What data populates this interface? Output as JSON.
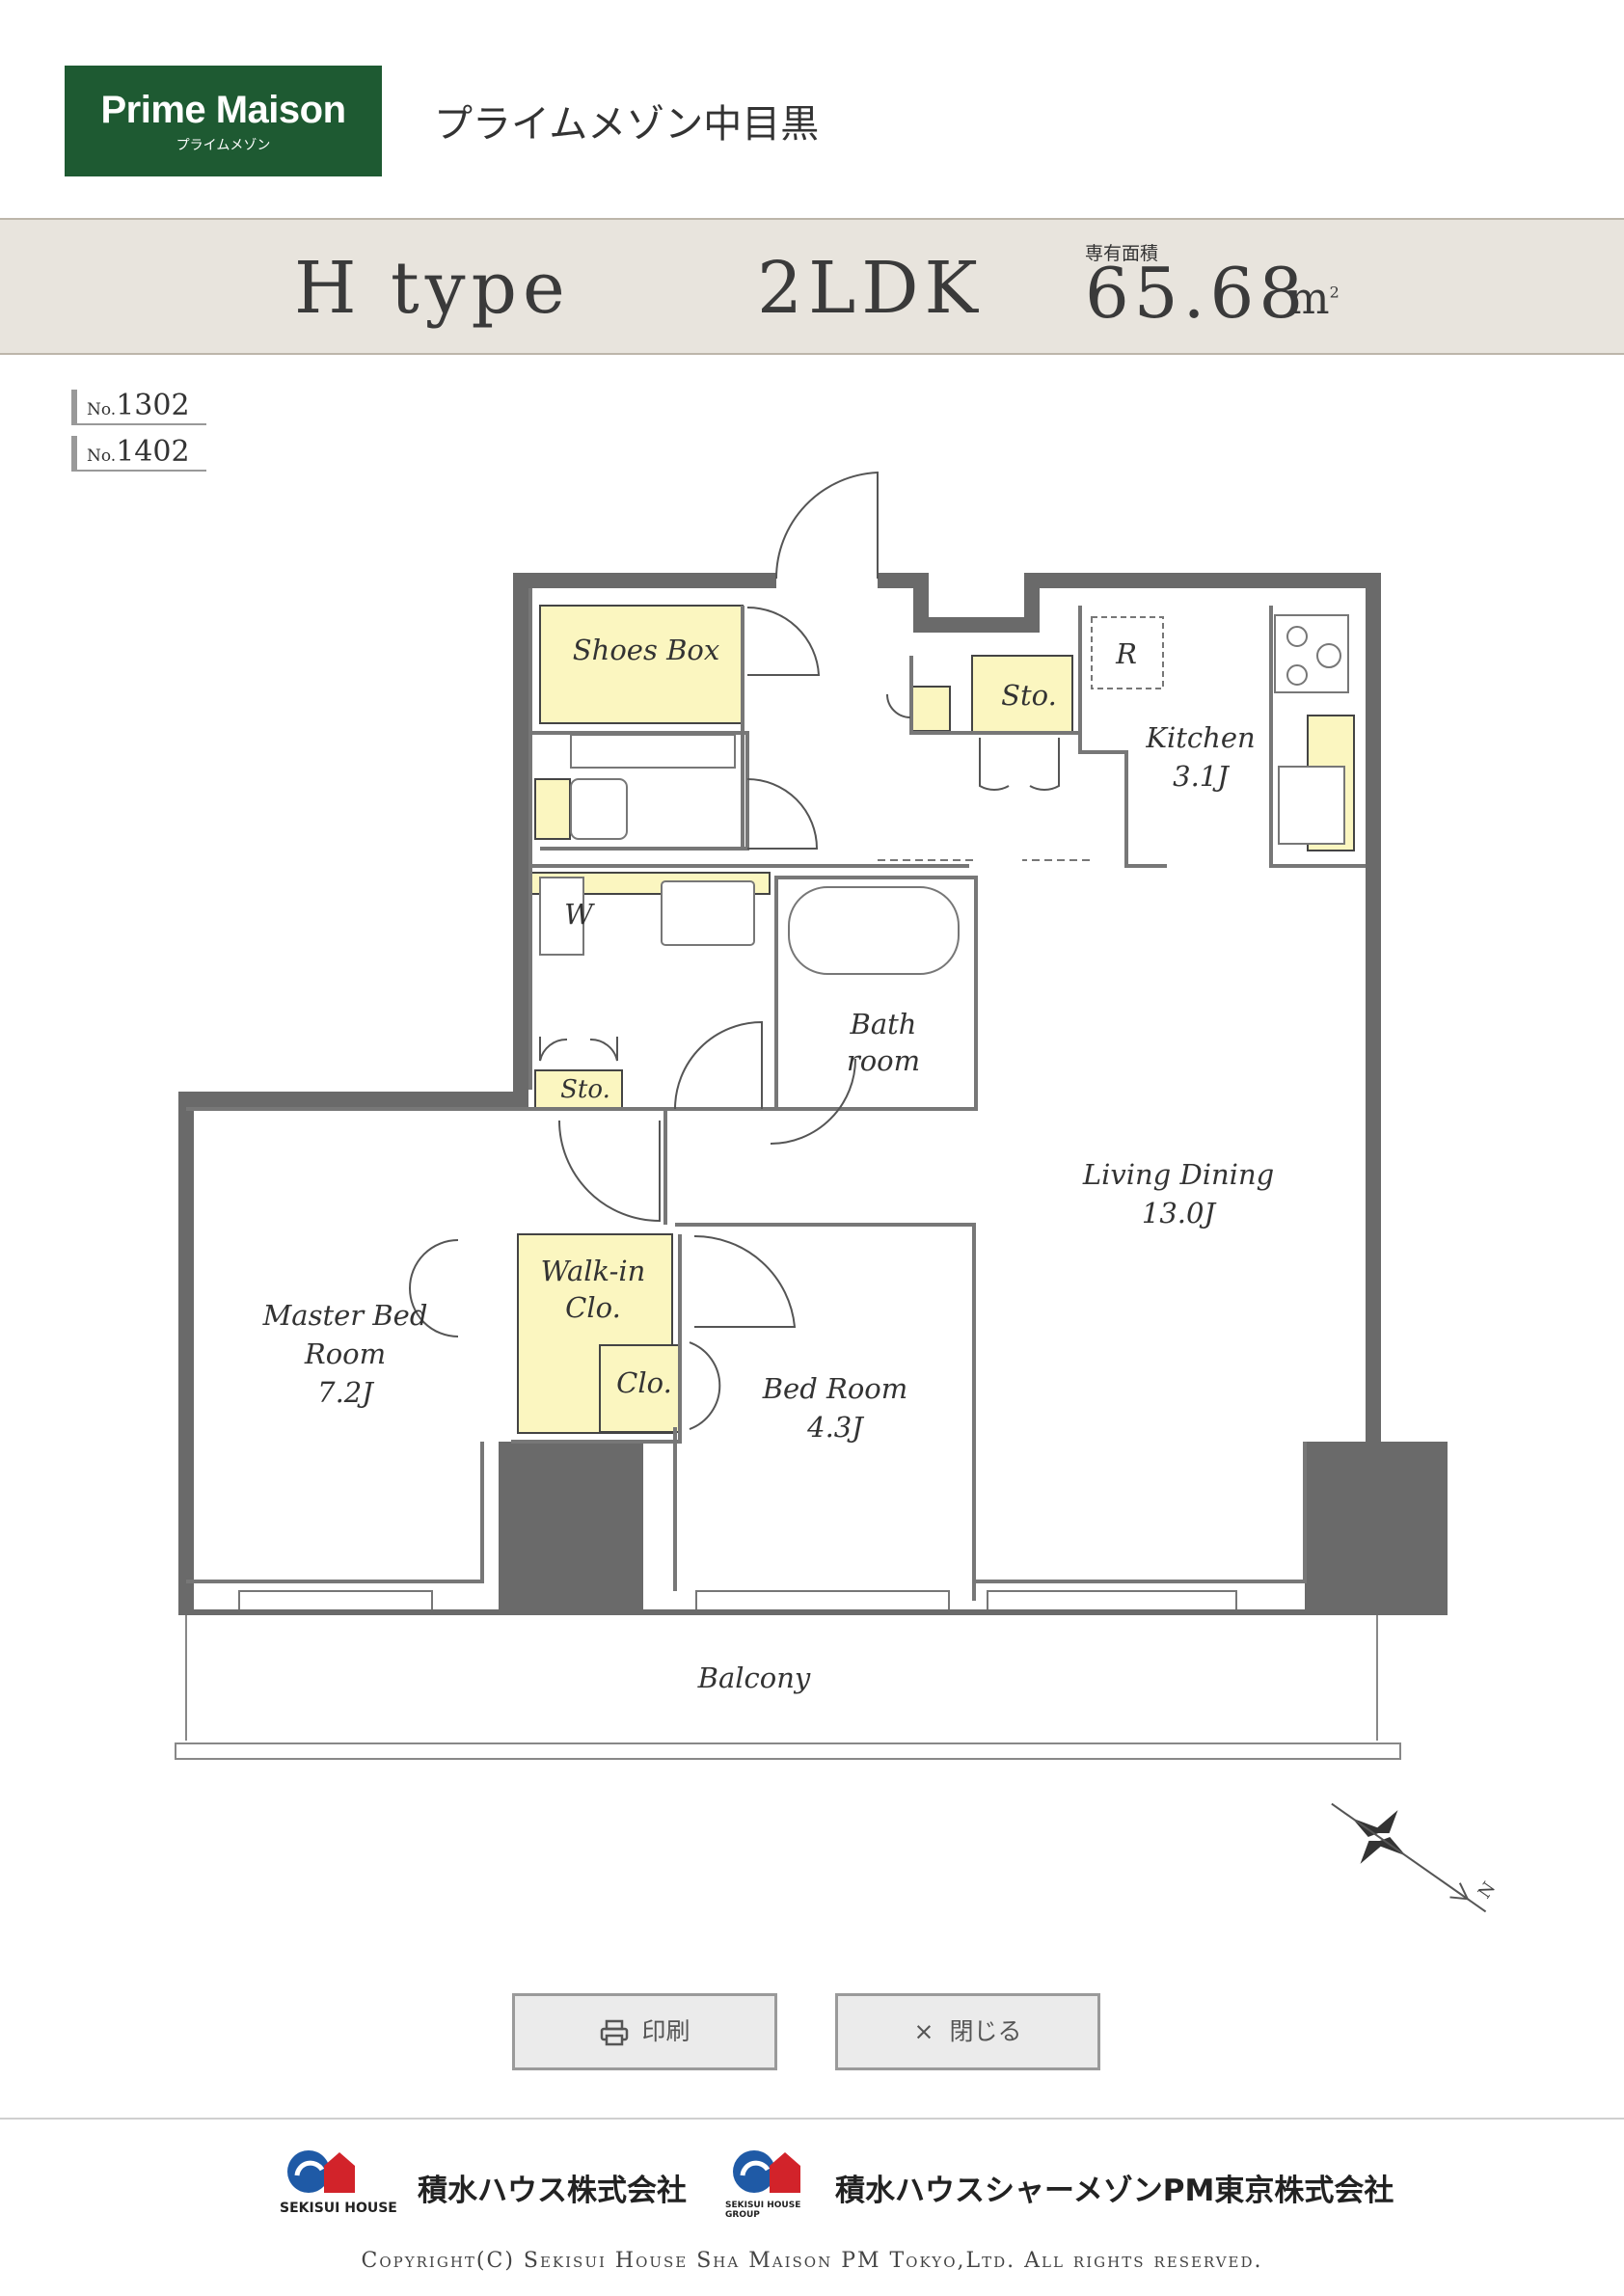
{
  "brand": {
    "name": "Prime Maison",
    "kana": "プライムメゾン"
  },
  "building": "プライムメゾン中目黒",
  "unit_type": "H type",
  "layout": "2LDK",
  "area": {
    "label": "専有面積",
    "value": "65.68",
    "unit": "m",
    "unit_sup": "2"
  },
  "unit_numbers": [
    {
      "prefix": "No.",
      "number": "1302"
    },
    {
      "prefix": "No.",
      "number": "1402"
    }
  ],
  "rooms": {
    "shoes_box": "Shoes Box",
    "sto_top": "Sto.",
    "refrigerator": "R",
    "kitchen": "Kitchen",
    "kitchen_size": "3.1J",
    "washer": "W",
    "bath_l1": "Bath",
    "bath_l2": "room",
    "sto_wash": "Sto.",
    "living_dining": "Living Dining",
    "living_size": "13.0J",
    "walkin_l1": "Walk-in",
    "walkin_l2": "Clo.",
    "clo": "Clo.",
    "master_l1": "Master Bed",
    "master_l2": "Room",
    "master_size": "7.2J",
    "bed_room": "Bed Room",
    "bed_size": "4.3J",
    "balcony": "Balcony"
  },
  "compass": {
    "north_label": "N"
  },
  "buttons": {
    "print": "印刷",
    "close": "閉じる"
  },
  "companies": [
    {
      "mark_label": "SEKISUI HOUSE",
      "name": "積水ハウス株式会社"
    },
    {
      "mark_label": "SEKISUI HOUSE GROUP",
      "name": "積水ハウスシャーメゾンPM東京株式会社"
    }
  ],
  "copyright": "Copyright(C) Sekisui House Sha Maison PM Tokyo,Ltd. All rights reserved.",
  "colors": {
    "brand_green": "#1e5a32",
    "band": "#e8e4dd",
    "storage_yellow": "#fbf6c0",
    "wall": "#707070",
    "mark_red": "#d2232a",
    "mark_blue": "#1f5aa6"
  }
}
